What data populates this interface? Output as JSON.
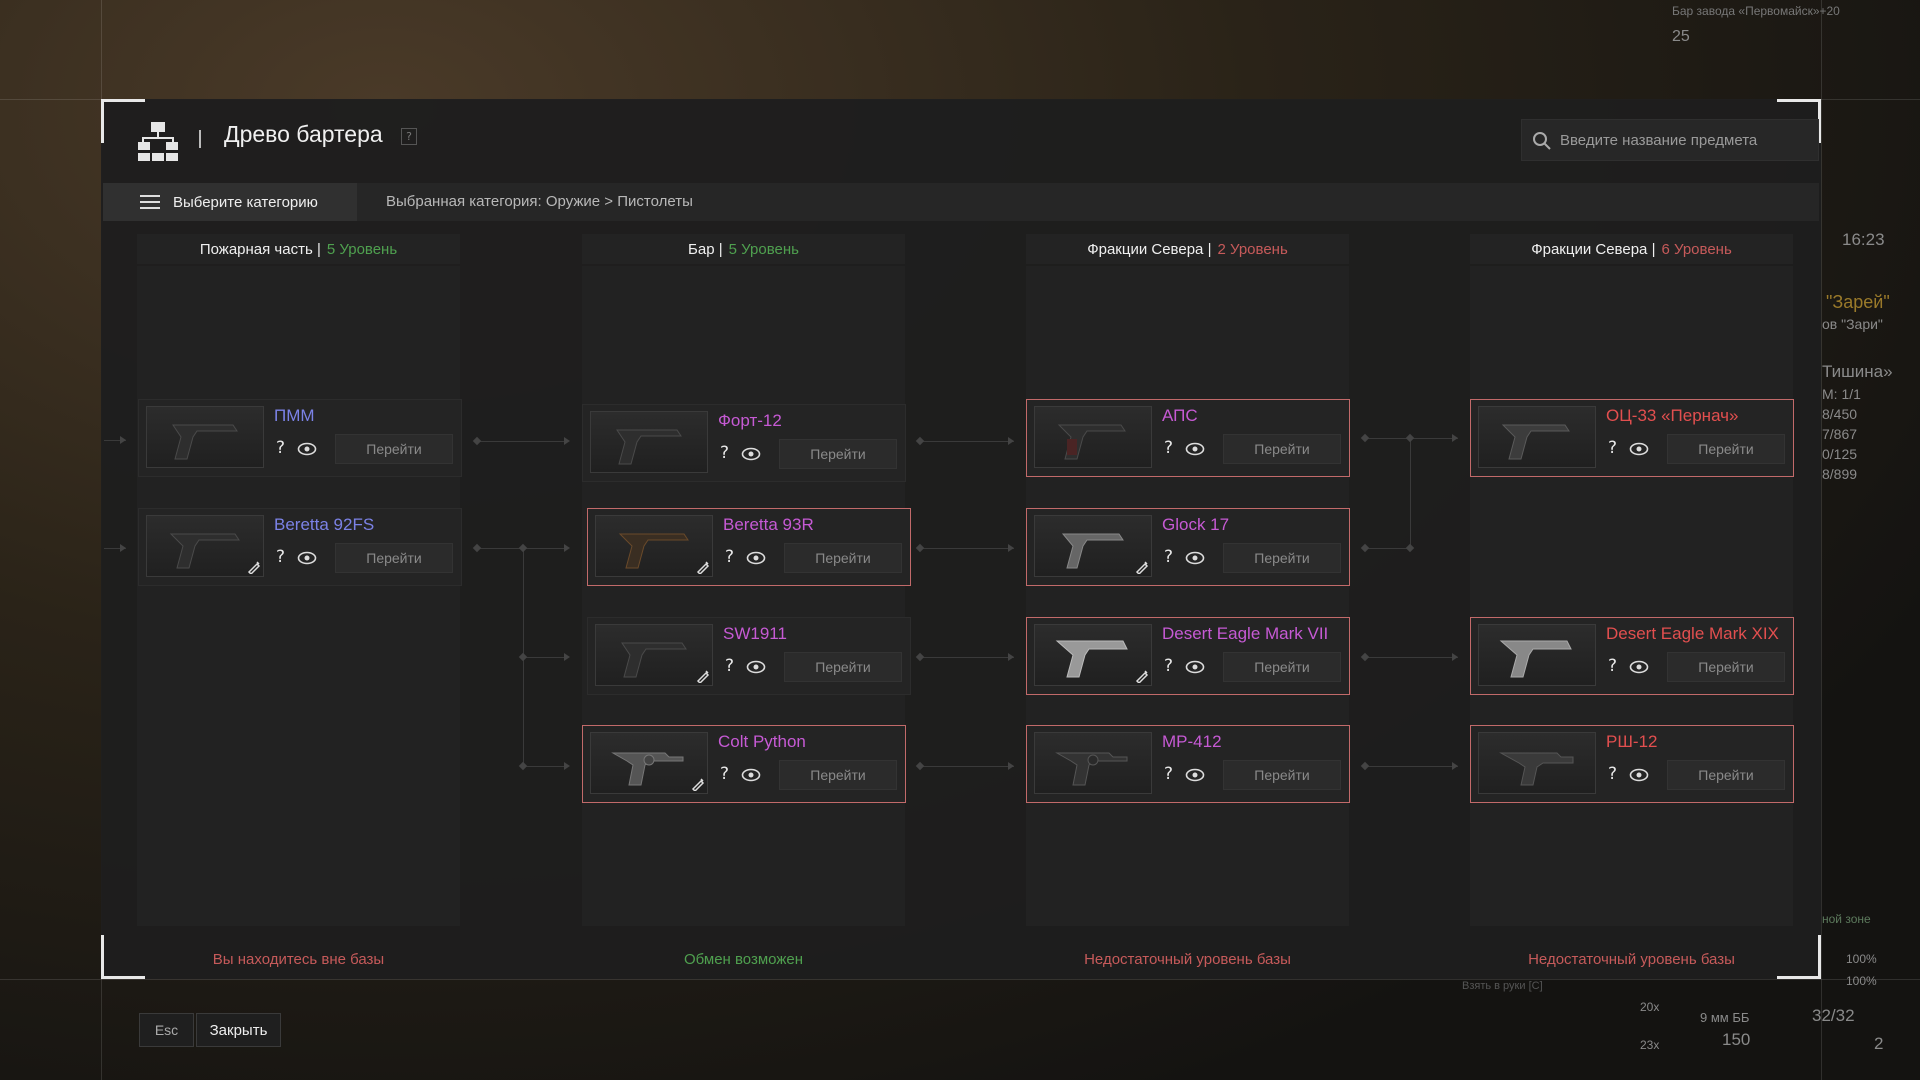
{
  "header": {
    "title": "Древо бартера",
    "help_badge": "?",
    "search_placeholder": "Введите название предмета"
  },
  "subbar": {
    "category_button": "Выберите категорию",
    "breadcrumb": "Выбранная категория: Оружие > Пистолеты"
  },
  "colors": {
    "accent_green": "#4fa04f",
    "accent_red": "#c65a5a",
    "name_blue": "#7b82e6",
    "name_purple": "#c65ad4",
    "name_red": "#e24f4f",
    "highlight_border": "#c26a6a"
  },
  "columns": [
    {
      "trader": "Пожарная часть",
      "sep": "|",
      "level": "5 Уровень",
      "level_color": "#4fa04f",
      "status": "Вы находитесь вне базы",
      "status_color": "#c65a5a"
    },
    {
      "trader": "Бар",
      "sep": "|",
      "level": "5 Уровень",
      "level_color": "#4fa04f",
      "status": "Обмен возможен",
      "status_color": "#4fa04f"
    },
    {
      "trader": "Фракции Севера",
      "sep": "|",
      "level": "2 Уровень",
      "level_color": "#c65a5a",
      "status": "Недостаточный уровень базы",
      "status_color": "#c65a5a"
    },
    {
      "trader": "Фракции Севера",
      "sep": "|",
      "level": "6 Уровень",
      "level_color": "#c65a5a",
      "status": "Недостаточный уровень базы",
      "status_color": "#c65a5a"
    }
  ],
  "items": {
    "pmm": {
      "name": "ПММ",
      "help": "?",
      "go": "Перейти"
    },
    "beretta92": {
      "name": "Beretta 92FS",
      "help": "?",
      "go": "Перейти"
    },
    "fort12": {
      "name": "Форт-12",
      "help": "?",
      "go": "Перейти"
    },
    "beretta93": {
      "name": "Beretta 93R",
      "help": "?",
      "go": "Перейти"
    },
    "sw1911": {
      "name": "SW1911",
      "help": "?",
      "go": "Перейти"
    },
    "colt": {
      "name": "Colt Python",
      "help": "?",
      "go": "Перейти"
    },
    "aps": {
      "name": "АПС",
      "help": "?",
      "go": "Перейти"
    },
    "glock": {
      "name": "Glock 17",
      "help": "?",
      "go": "Перейти"
    },
    "de7": {
      "name": "Desert Eagle Mark VII",
      "help": "?",
      "go": "Перейти"
    },
    "mp412": {
      "name": "MP-412",
      "help": "?",
      "go": "Перейти"
    },
    "oc33": {
      "name": "ОЦ-33 «Пернач»",
      "help": "?",
      "go": "Перейти"
    },
    "de19": {
      "name": "Desert Eagle Mark XIX",
      "help": "?",
      "go": "Перейти"
    },
    "rsh12": {
      "name": "РШ-12",
      "help": "?",
      "go": "Перейти"
    }
  },
  "footer": {
    "esc": "Esc",
    "close": "Закрыть"
  },
  "hud": {
    "top_text": "Бар завода «Первомайск»+20",
    "compass_num": "25",
    "time": "16:23",
    "faction1": "\"Зарей\"",
    "faction2": "ов \"Зари\"",
    "silence": "Тишина»",
    "stat_m": "М: 1/1",
    "stat1": "8/450",
    "stat2": "7/867",
    "stat3": "0/125",
    "stat4": "8/899",
    "zone": "ной зоне",
    "pct1": "100%",
    "pct2": "100%",
    "take": "Взять в руки [C]",
    "ammo_type": "9 мм ББ",
    "ammo_reserve": "150",
    "mag": "32/32",
    "grenades": "2",
    "slot_top": "20x",
    "slot_count": "23x"
  }
}
